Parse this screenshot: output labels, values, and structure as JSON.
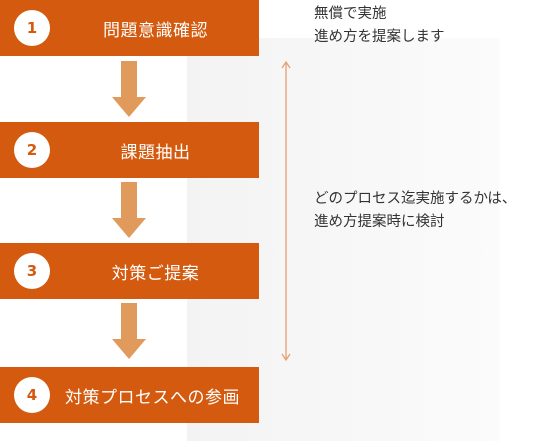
{
  "colors": {
    "step_fill": "#d35a0e",
    "arrow_fill": "#e09a5c",
    "range_line": "#e6a070",
    "text": "#333333"
  },
  "steps": [
    {
      "number": "1",
      "label": "問題意識確認"
    },
    {
      "number": "2",
      "label": "課題抽出"
    },
    {
      "number": "3",
      "label": "対策ご提案"
    },
    {
      "number": "4",
      "label": "対策プロセスへの参画"
    }
  ],
  "notes": {
    "top": {
      "line1": "無償で実施",
      "line2": "進め方を提案します"
    },
    "middle": {
      "line1": "どのプロセス迄実施するかは、",
      "line2": "進め方提案時に検討"
    }
  }
}
